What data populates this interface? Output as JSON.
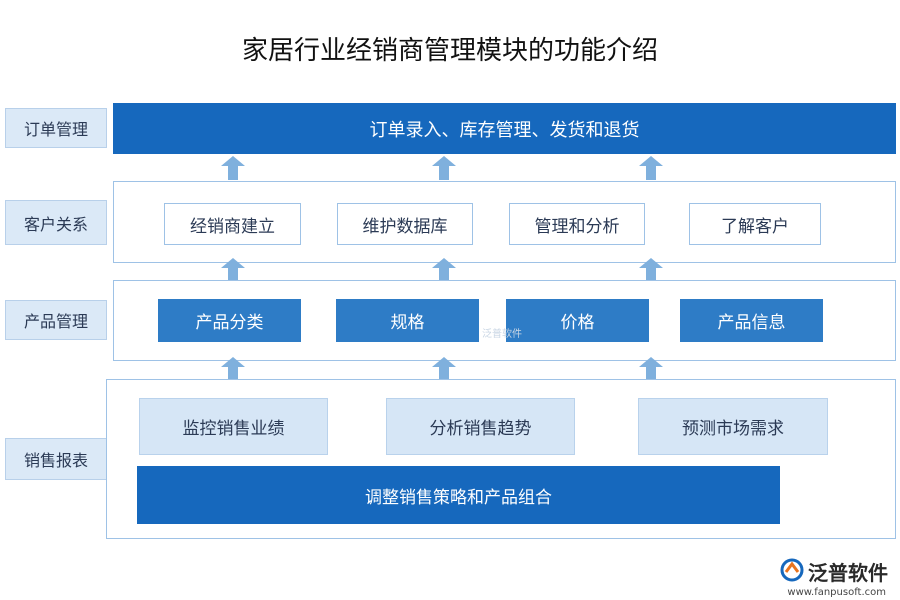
{
  "title": "家居行业经销商管理模块的功能介绍",
  "rows": {
    "order": {
      "label": "订单管理",
      "band": "订单录入、库存管理、发货和退货"
    },
    "customer": {
      "label": "客户关系",
      "items": [
        "经销商建立",
        "维护数据库",
        "管理和分析",
        "了解客户"
      ]
    },
    "product": {
      "label": "产品管理",
      "items": [
        "产品分类",
        "规格",
        "价格",
        "产品信息"
      ]
    },
    "sales": {
      "label": "销售报表",
      "items": [
        "监控销售业绩",
        "分析销售趋势",
        "预测市场需求"
      ],
      "band": "调整销售策略和产品组合"
    }
  },
  "logo": {
    "name": "泛普软件",
    "url": "www.fanpusoft.com",
    "watermark": "泛普软件"
  },
  "colors": {
    "dark_blue": "#1668bd",
    "mid_blue": "#2e7cc6",
    "light_blue": "#d6e6f6",
    "arrow": "#7fb0dd"
  }
}
